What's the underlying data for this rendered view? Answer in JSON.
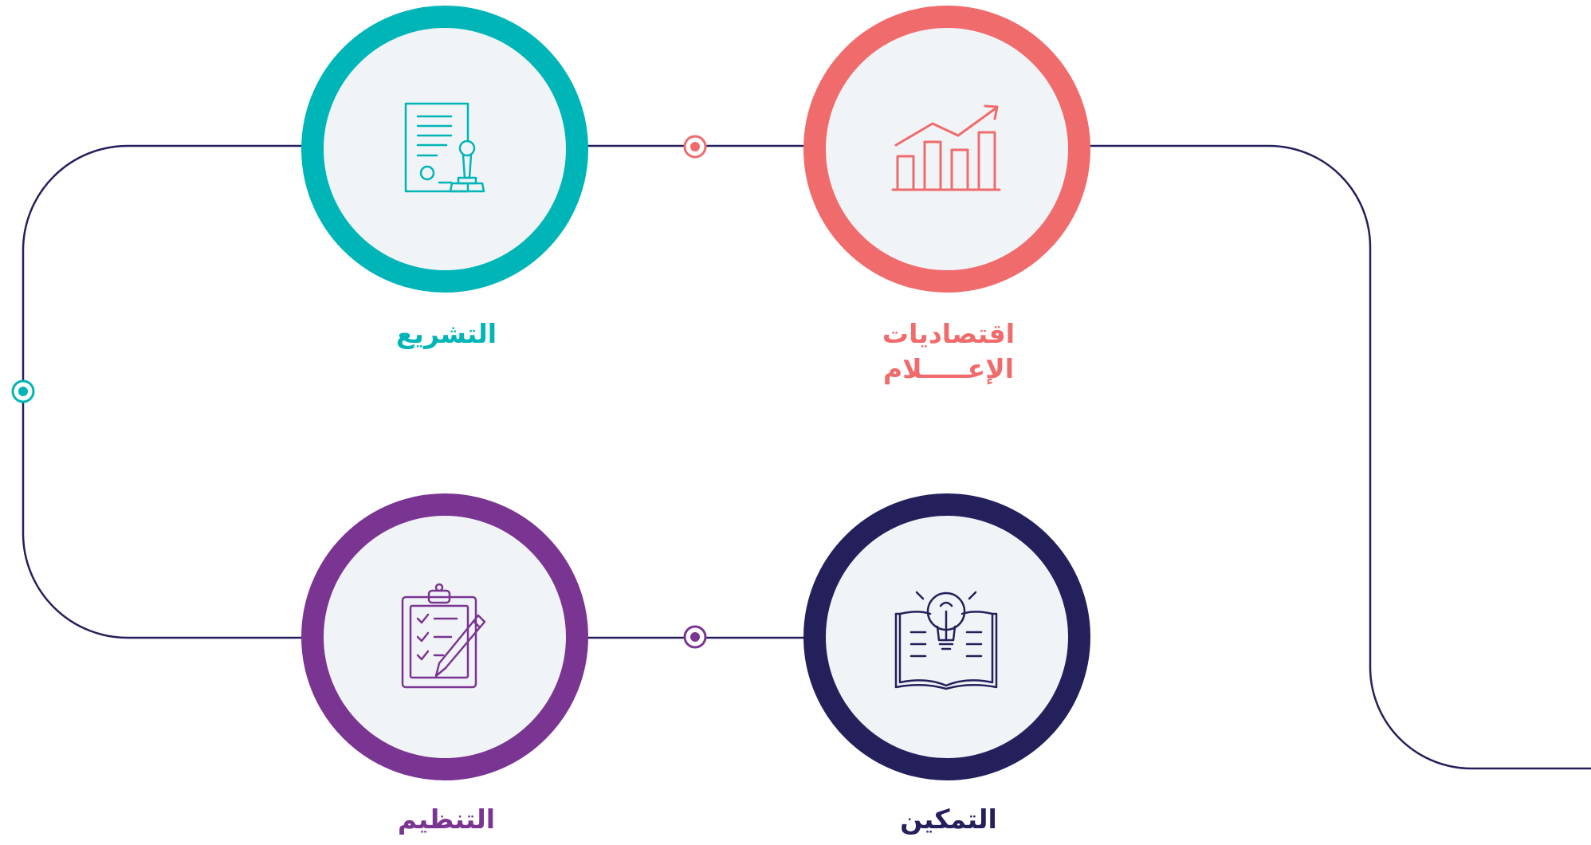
{
  "nodes": [
    {
      "id": "legislation",
      "label": "التشريع",
      "color": "#00b5b8",
      "icon": "document-stamp-icon"
    },
    {
      "id": "media-economics",
      "label_line1": "اقتصاديات",
      "label_line2": "الإعـــــلام",
      "color": "#f06b6c",
      "icon": "bar-chart-growth-icon"
    },
    {
      "id": "organization",
      "label": "التنظيم",
      "color": "#7a3592",
      "icon": "clipboard-checklist-icon"
    },
    {
      "id": "empowerment",
      "label": "التمكين",
      "color": "#24205c",
      "icon": "open-book-lightbulb-icon"
    }
  ],
  "colors": {
    "connector_line": "#24205c",
    "circle_fill": "#f1f4f7",
    "dot_teal": "#00b5b8",
    "dot_coral": "#f06b6c",
    "dot_purple": "#7a3592"
  }
}
